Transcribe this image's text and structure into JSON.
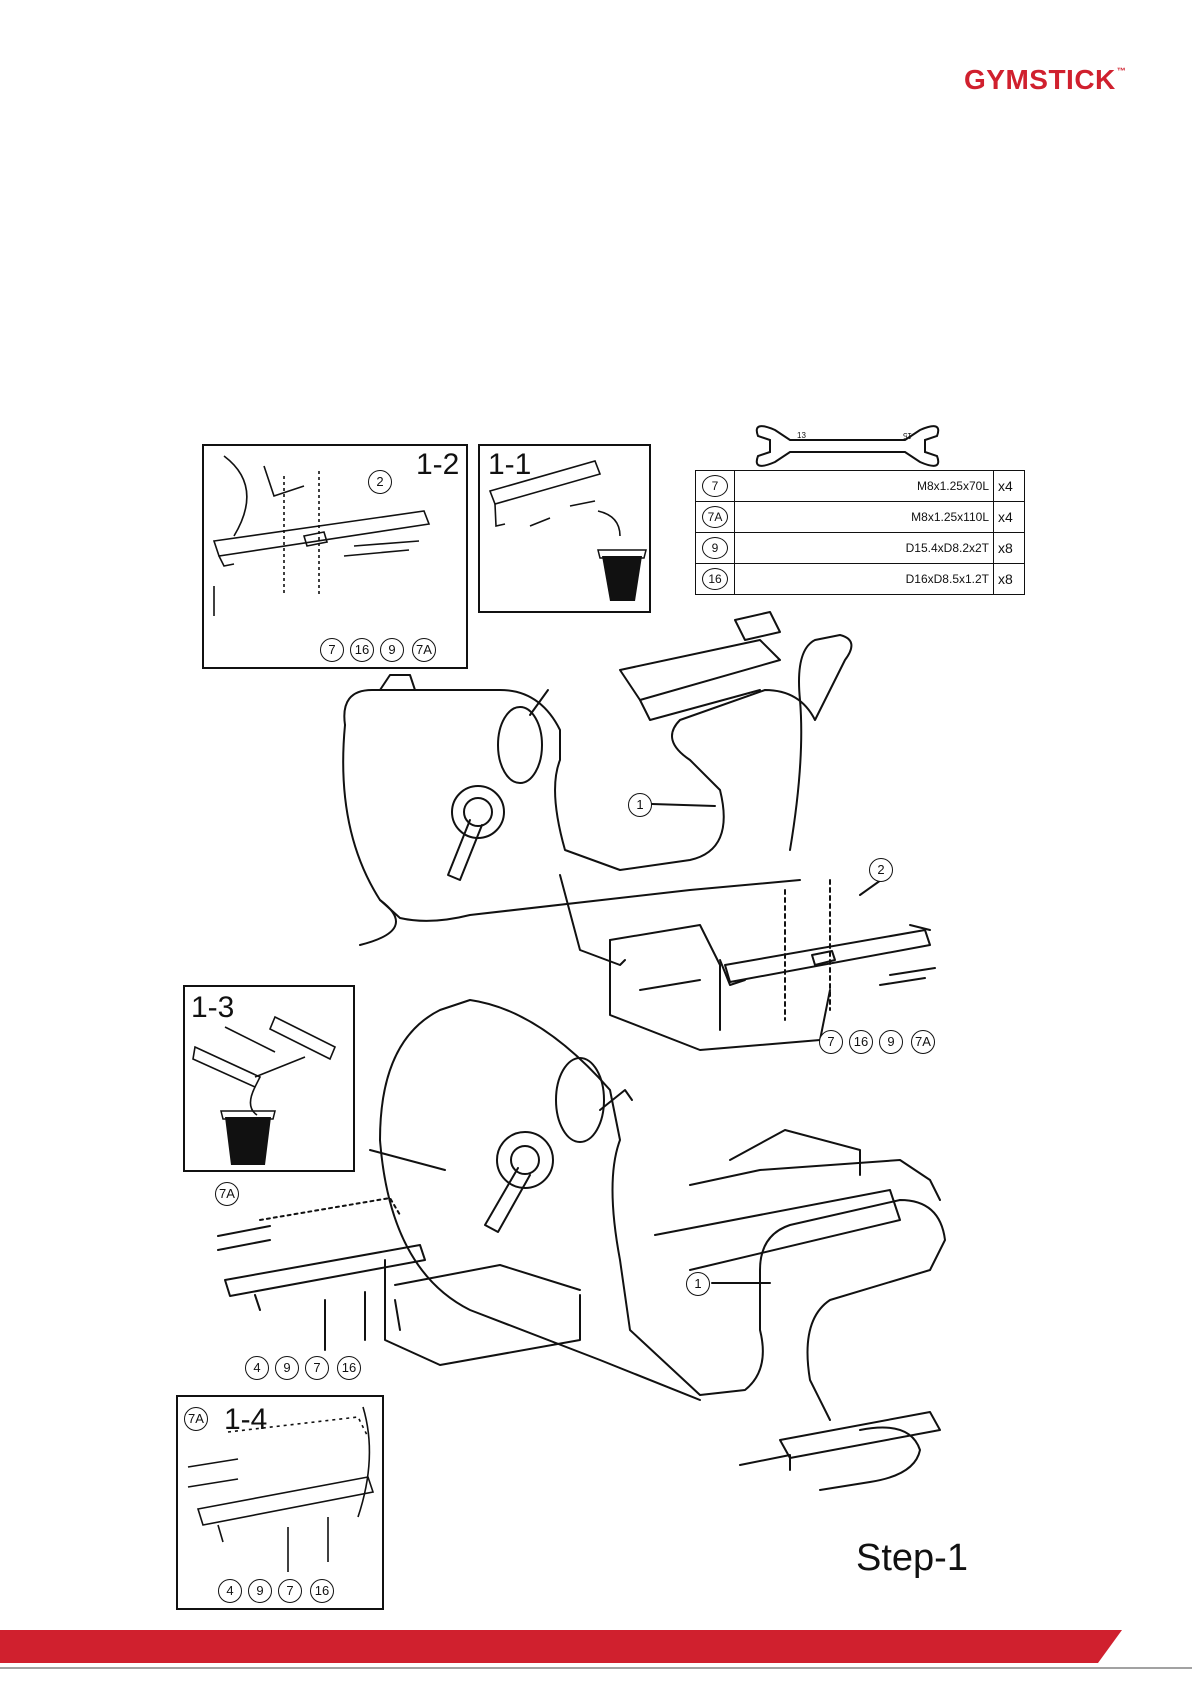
{
  "brand": {
    "logo_text": "GYMSTICK",
    "trademark": "™",
    "color": "#d0202e"
  },
  "insets": [
    {
      "label": "1-2",
      "callouts": [
        "2",
        "7",
        "16",
        "9",
        "7A"
      ]
    },
    {
      "label": "1-1"
    },
    {
      "label": "1-3"
    },
    {
      "label": "1-4",
      "callouts": [
        "7A",
        "4",
        "9",
        "7",
        "16"
      ]
    }
  ],
  "wrench": {
    "left": "13",
    "right": "15"
  },
  "parts": [
    {
      "id": "7",
      "spec": "M8x1.25x70L",
      "qty": "x4"
    },
    {
      "id": "7A",
      "spec": "M8x1.25x110L",
      "qty": "x4"
    },
    {
      "id": "9",
      "spec": "D15.4xD8.2x2T",
      "qty": "x8"
    },
    {
      "id": "16",
      "spec": "D16xD8.5x1.2T",
      "qty": "x8"
    }
  ],
  "main_callouts": {
    "frame_upper": "1",
    "base_upper": "2",
    "upper_hardware": [
      "7",
      "16",
      "9",
      "7A"
    ],
    "frame_lower": "1",
    "lower_top": "7A",
    "lower_hardware": [
      "4",
      "9",
      "7",
      "16"
    ]
  },
  "step_label": "Step-1",
  "footer": {
    "band_color": "#d0202e"
  }
}
